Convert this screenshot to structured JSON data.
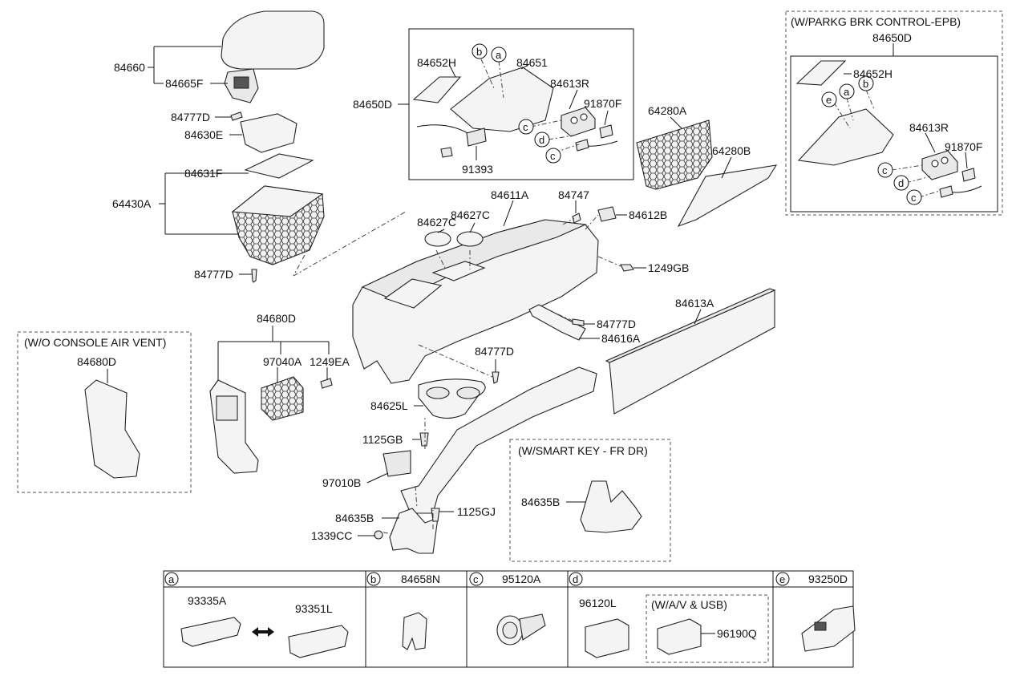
{
  "labels": {
    "p84660": "84660",
    "p84665F": "84665F",
    "p84777D_a": "84777D",
    "p84630E": "84630E",
    "p84631F": "84631F",
    "p64430A": "64430A",
    "p84777D_b": "84777D",
    "p84650D": "84650D",
    "p84652H": "84652H",
    "p84651": "84651",
    "p84613R": "84613R",
    "p91870F": "91870F",
    "p91393": "91393",
    "p64280A": "64280A",
    "p64280B": "64280B",
    "p84627C_a": "84627C",
    "p84627C_b": "84627C",
    "p84611A": "84611A",
    "p84747": "84747",
    "p84612B": "84612B",
    "p1249GB": "1249GB",
    "p84613A": "84613A",
    "p84777D_c": "84777D",
    "p84616A": "84616A",
    "p84777D_d": "84777D",
    "p84680D": "84680D",
    "p97040A": "97040A",
    "p1249EA": "1249EA",
    "p84625L": "84625L",
    "p1125GB": "1125GB",
    "p97010B": "97010B",
    "p84635B": "84635B",
    "p1125GJ": "1125GJ",
    "p1339CC": "1339CC",
    "epb_title": "(W/PARKG BRK CONTROL-EPB)",
    "epb_84650D": "84650D",
    "epb_84652H": "84652H",
    "epb_84613R": "84613R",
    "epb_91870F": "91870F",
    "wo_vent_title": "(W/O CONSOLE AIR VENT)",
    "wo_vent_84680D": "84680D",
    "smart_key_title": "(W/SMART KEY - FR DR)",
    "smart_key_84635B": "84635B"
  },
  "callouts": {
    "a": "a",
    "b": "b",
    "c": "c",
    "d": "d",
    "e": "e"
  },
  "legend": {
    "a_parts": [
      "93335A",
      "93351L"
    ],
    "b_part": "84658N",
    "c_part": "95120A",
    "d_part": "96120L",
    "d_option_title": "(W/A/V & USB)",
    "d_option_part": "96190Q",
    "e_part": "93250D"
  }
}
